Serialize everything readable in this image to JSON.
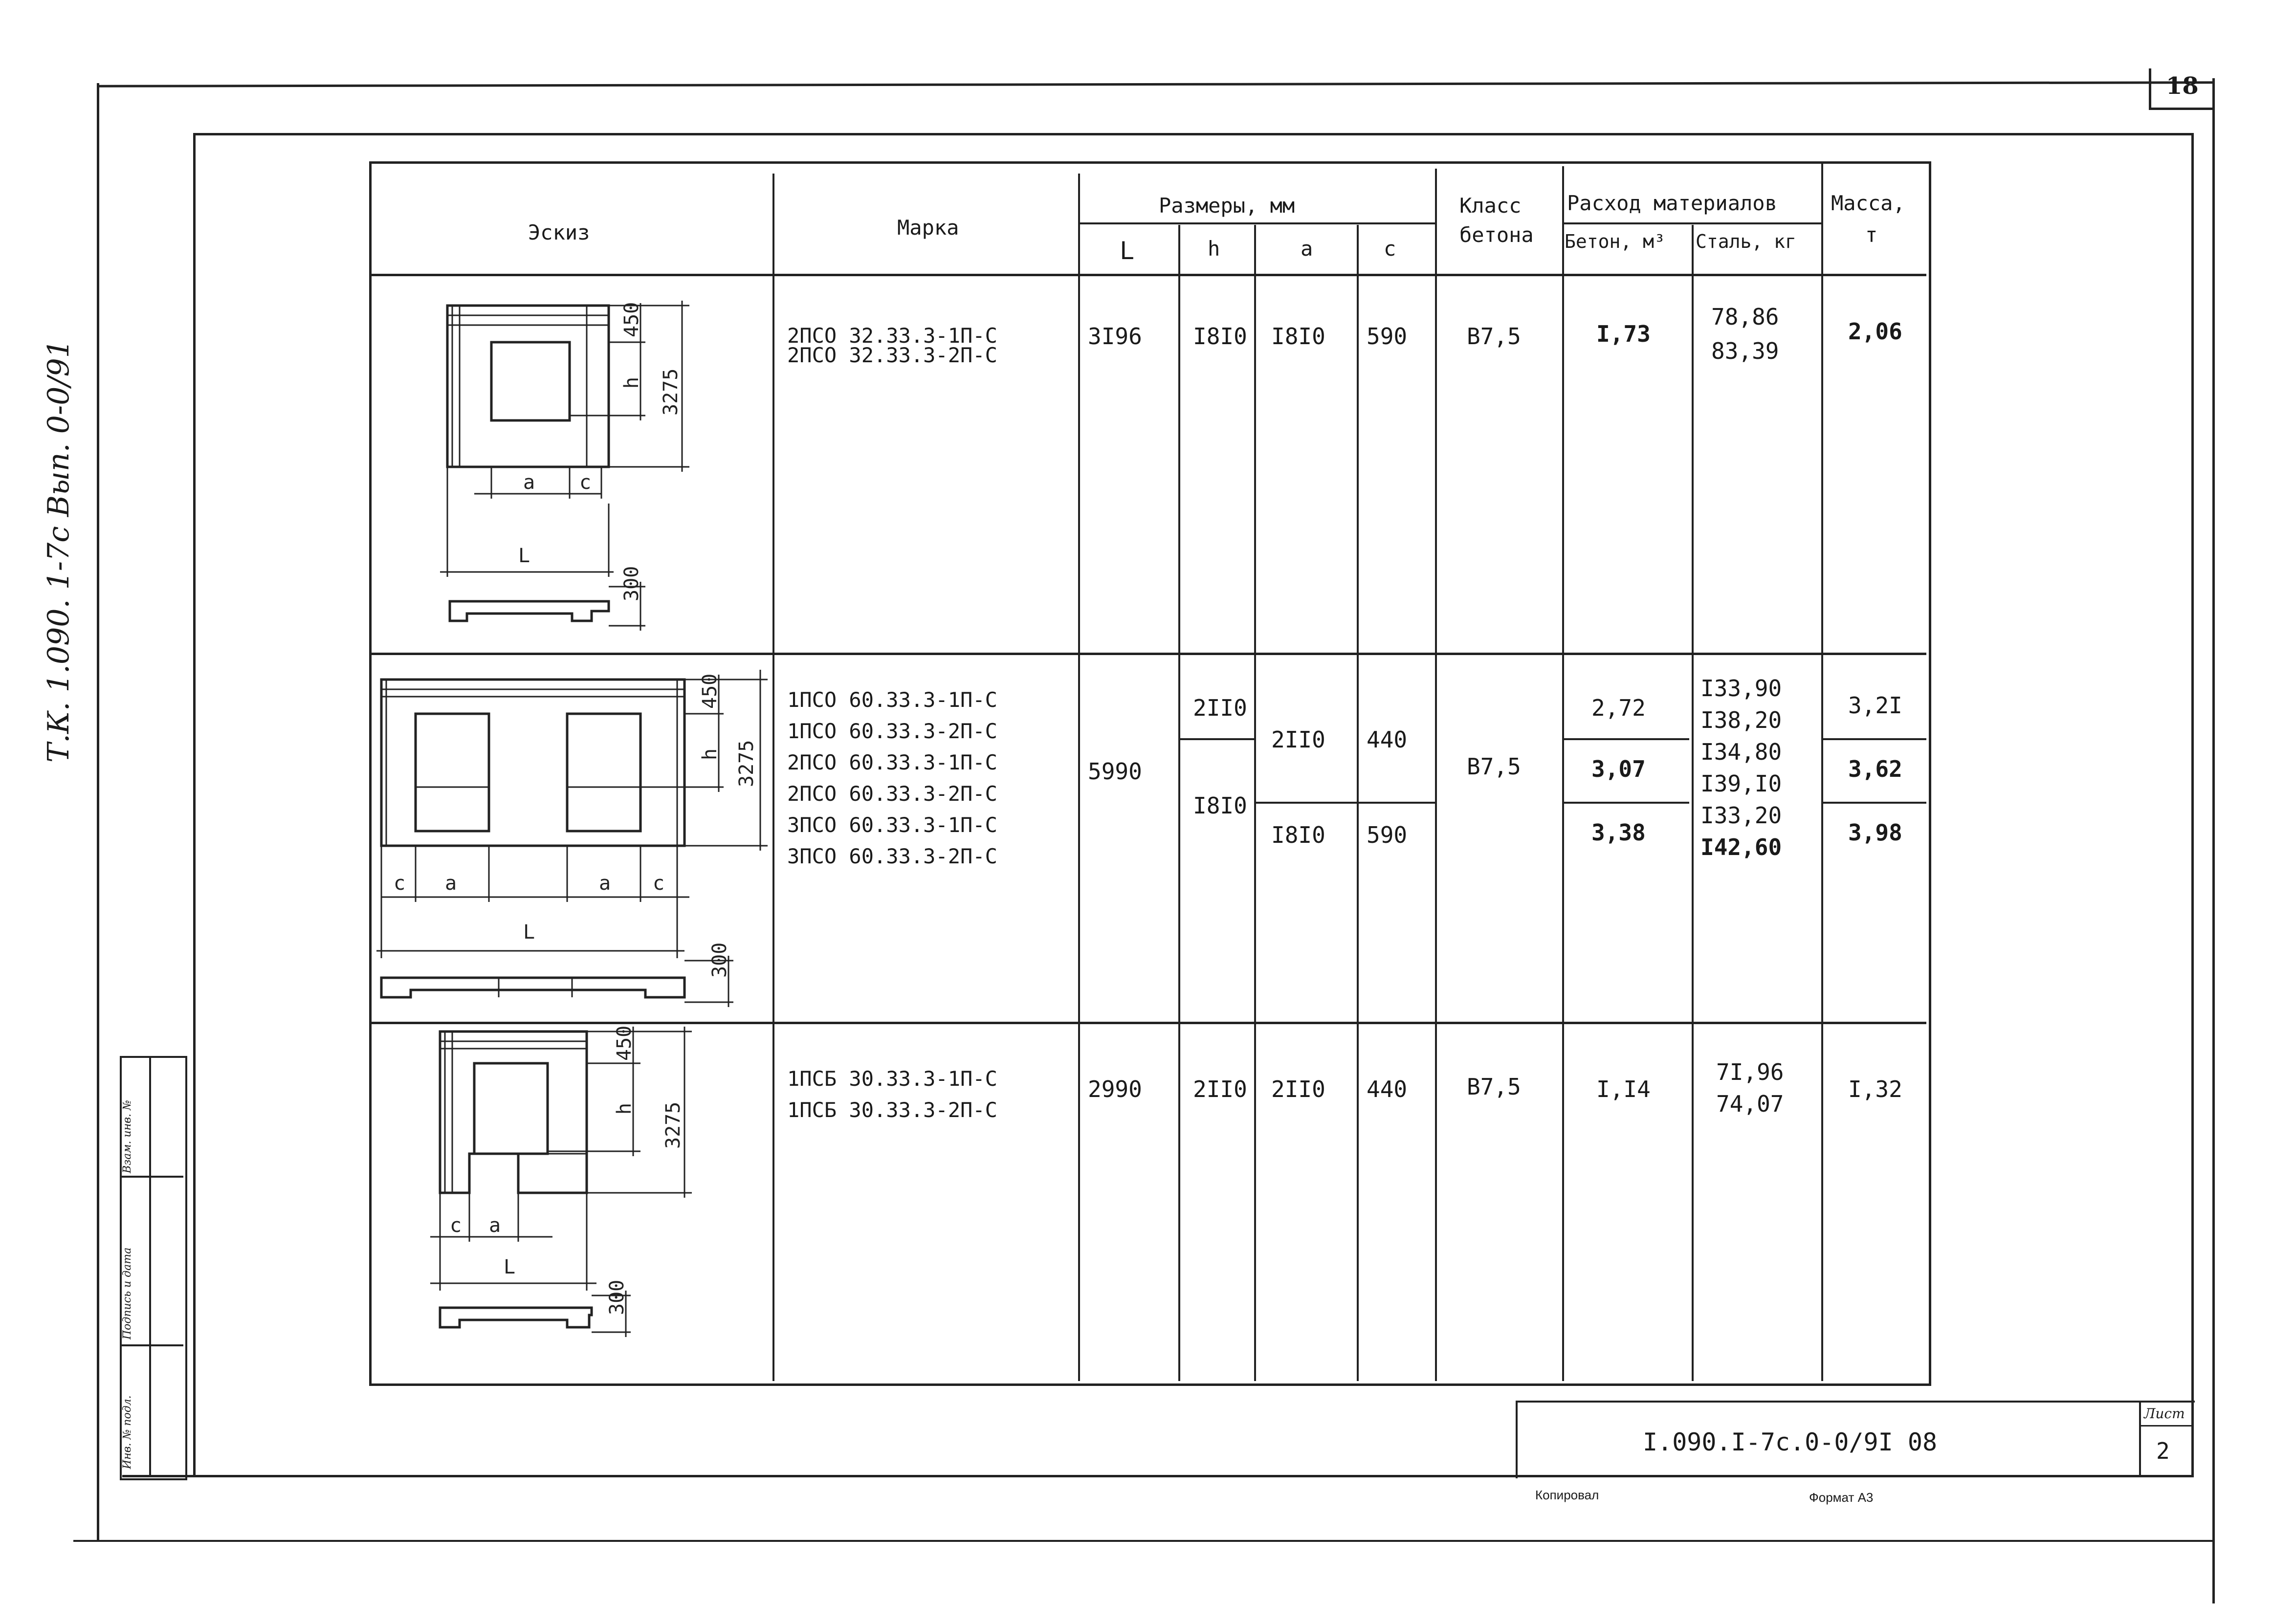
{
  "page": {
    "sheet_corner_number": "18"
  },
  "side_stamp": "Т.К. 1.090. 1-7с Вып. 0-0/91",
  "left_block_labels": [
    "Инв. № подл.",
    "Подпись и дата",
    "Взам. инв. №"
  ],
  "table": {
    "headers": {
      "sketch": "Эскиз",
      "mark": "Марка",
      "dims": "Размеры, мм",
      "dim_cols": [
        "L",
        "h",
        "a",
        "c"
      ],
      "concrete_class": [
        "Класс",
        "бетона"
      ],
      "materials": "Расход материалов",
      "material_cols": [
        "Бетон, м³",
        "Сталь, кг"
      ],
      "mass": [
        "Масса,",
        "т"
      ]
    },
    "rows": [
      {
        "marks": [
          "2ПСО 32.33.3-1П-С",
          "2ПСО 32.33.3-2П-С"
        ],
        "L": "3I96",
        "h": [
          "I8I0"
        ],
        "a": [
          "I8I0"
        ],
        "c": [
          "590"
        ],
        "class": "В7,5",
        "concrete": [
          "I,73"
        ],
        "steel": [
          "78,86",
          "83,39"
        ],
        "mass": [
          "2,06"
        ]
      },
      {
        "marks": [
          "1ПСО 60.33.3-1П-С",
          "1ПСО 60.33.3-2П-С",
          "2ПСО 60.33.3-1П-С",
          "2ПСО 60.33.3-2П-С",
          "3ПСО 60.33.3-1П-С",
          "3ПСО 60.33.3-2П-С"
        ],
        "L": "5990",
        "h": [
          "2II0",
          "I8I0"
        ],
        "a": [
          "2II0",
          "I8I0"
        ],
        "c": [
          "440",
          "590"
        ],
        "class": "В7,5",
        "concrete": [
          "2,72",
          "3,07",
          "3,38"
        ],
        "steel": [
          "I33,90",
          "I38,20",
          "I34,80",
          "I39,I0",
          "I33,20",
          "I42,60"
        ],
        "mass": [
          "3,2I",
          "3,62",
          "3,98"
        ]
      },
      {
        "marks": [
          "1ПСБ 30.33.3-1П-С",
          "1ПСБ 30.33.3-2П-С"
        ],
        "L": "2990",
        "h": [
          "2II0"
        ],
        "a": [
          "2II0"
        ],
        "c": [
          "440"
        ],
        "class": "В7,5",
        "concrete": [
          "I,I4"
        ],
        "steel": [
          "7I,96",
          "74,07"
        ],
        "mass": [
          "I,32"
        ]
      }
    ]
  },
  "sketch_labels": {
    "top": "450",
    "height": "3275",
    "h": "h",
    "a": "a",
    "c": "c",
    "L": "L",
    "thickness": "300"
  },
  "title_block": {
    "doc_code": "I.090.I-7с.0-0/9I 08",
    "sheet_label": "Лист",
    "sheet_number": "2",
    "checked": "Копировал",
    "format": "Формат А3"
  }
}
